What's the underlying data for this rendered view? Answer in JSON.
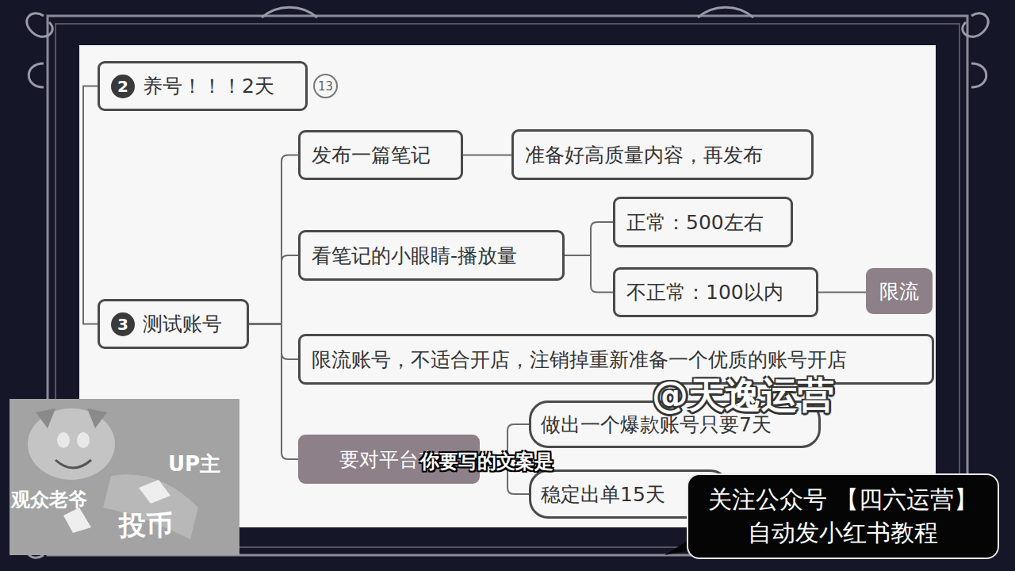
{
  "diagram": {
    "nodes": [
      {
        "text": [
          "2",
          "养号！！！2天"
        ]
      },
      {
        "text": [
          "3",
          "测试账号"
        ]
      },
      {
        "text": [
          "发布一篇笔记"
        ]
      },
      {
        "text": [
          "准备好高质量内容，再发布"
        ]
      },
      {
        "text": [
          "看笔记的小眼睛-播放量"
        ]
      },
      {
        "text": [
          "正常：500左右"
        ]
      },
      {
        "text": [
          "不正常：100以内"
        ]
      },
      {
        "text": [
          "限流"
        ]
      },
      {
        "text": [
          "限流账号，不适合开店，注销掉重新准备一个优质的账号开店"
        ]
      },
      {
        "text": [
          "要对平台有"
        ]
      },
      {
        "text": [
          "做出一个爆款账号只要7天"
        ]
      },
      {
        "text": [
          "稳定出单15天"
        ]
      },
      {
        "text": [
          "关注公众号 【四六运营】 自动发小红书教程"
        ]
      }
    ],
    "edges": [
      {
        "from": 0,
        "to": 1,
        "arrow": "none"
      },
      {
        "from": 1,
        "to": 2,
        "arrow": "none"
      },
      {
        "from": 1,
        "to": 4,
        "arrow": "none"
      },
      {
        "from": 1,
        "to": 8,
        "arrow": "none"
      },
      {
        "from": 1,
        "to": 9,
        "arrow": "none"
      },
      {
        "from": 2,
        "to": 3,
        "arrow": "none"
      },
      {
        "from": 4,
        "to": 5,
        "arrow": "none"
      },
      {
        "from": 4,
        "to": 6,
        "arrow": "none"
      },
      {
        "from": 6,
        "to": 7,
        "arrow": "none"
      },
      {
        "from": 9,
        "to": 10,
        "arrow": "none"
      },
      {
        "from": 9,
        "to": 11,
        "arrow": "none"
      }
    ],
    "labels": [
      "13",
      "@天逸运营",
      "你要写的文案是",
      "UP主",
      "观众老爷",
      "投币"
    ]
  }
}
